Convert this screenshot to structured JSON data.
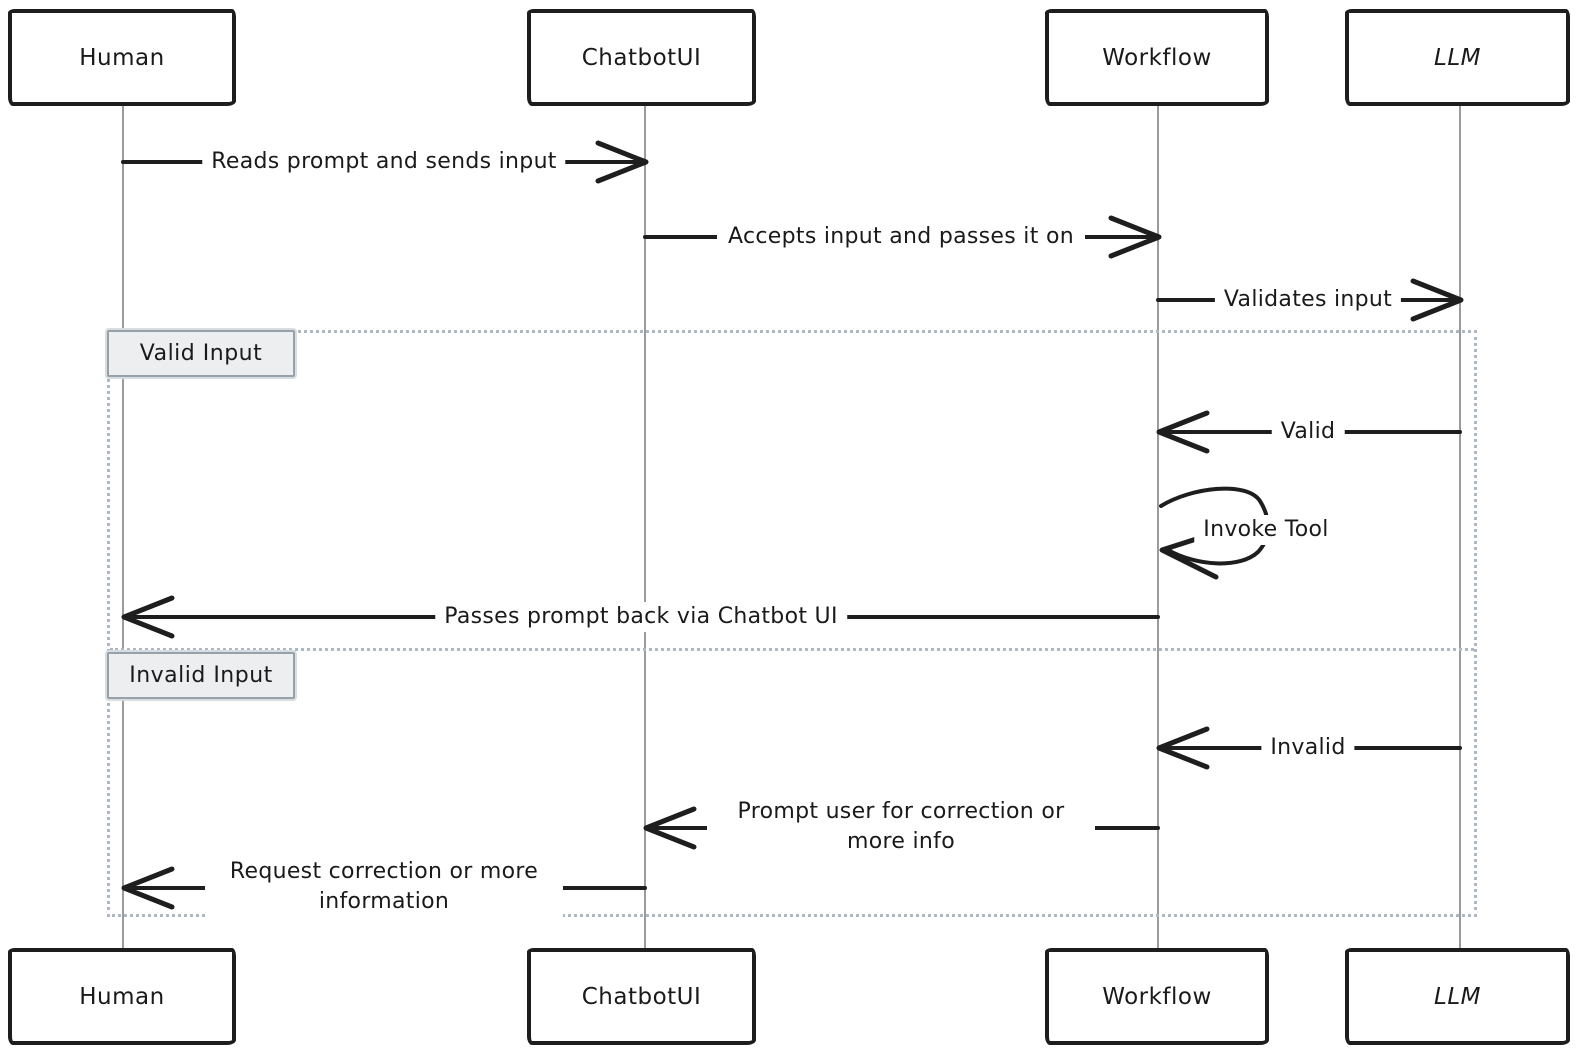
{
  "diagram": {
    "type": "sequence-diagram",
    "style": "hand-drawn",
    "actors": [
      {
        "name": "Human"
      },
      {
        "name": "ChatbotUI"
      },
      {
        "name": "Workflow"
      },
      {
        "name": "LLM"
      }
    ],
    "messages": [
      {
        "from": "Human",
        "to": "ChatbotUI",
        "label": "Reads prompt and sends input"
      },
      {
        "from": "ChatbotUI",
        "to": "Workflow",
        "label": "Accepts input and passes it on"
      },
      {
        "from": "Workflow",
        "to": "LLM",
        "label": "Validates input"
      },
      {
        "from": "LLM",
        "to": "Workflow",
        "label": "Valid",
        "section": "Valid Input"
      },
      {
        "from": "Workflow",
        "to": "Workflow",
        "label": "Invoke Tool",
        "section": "Valid Input"
      },
      {
        "from": "Workflow",
        "to": "Human",
        "label": "Passes prompt back via Chatbot UI",
        "section": "Valid Input"
      },
      {
        "from": "LLM",
        "to": "Workflow",
        "label": "Invalid",
        "section": "Invalid Input"
      },
      {
        "from": "Workflow",
        "to": "ChatbotUI",
        "label": "Prompt user for correction or more info",
        "section": "Invalid Input"
      },
      {
        "from": "ChatbotUI",
        "to": "Human",
        "label": "Request correction or more information",
        "section": "Invalid Input"
      }
    ],
    "alt_sections": [
      {
        "label": "Valid Input"
      },
      {
        "label": "Invalid Input"
      }
    ],
    "colors": {
      "background": "#ffffff",
      "stroke": "#1e1e1e",
      "text": "#1a1a1a",
      "lifeline": "#9b9b9b",
      "frame_dotted": "#aeb8c2",
      "section_label_bg": "#eceef0",
      "section_label_border": "#97a1aa"
    }
  }
}
